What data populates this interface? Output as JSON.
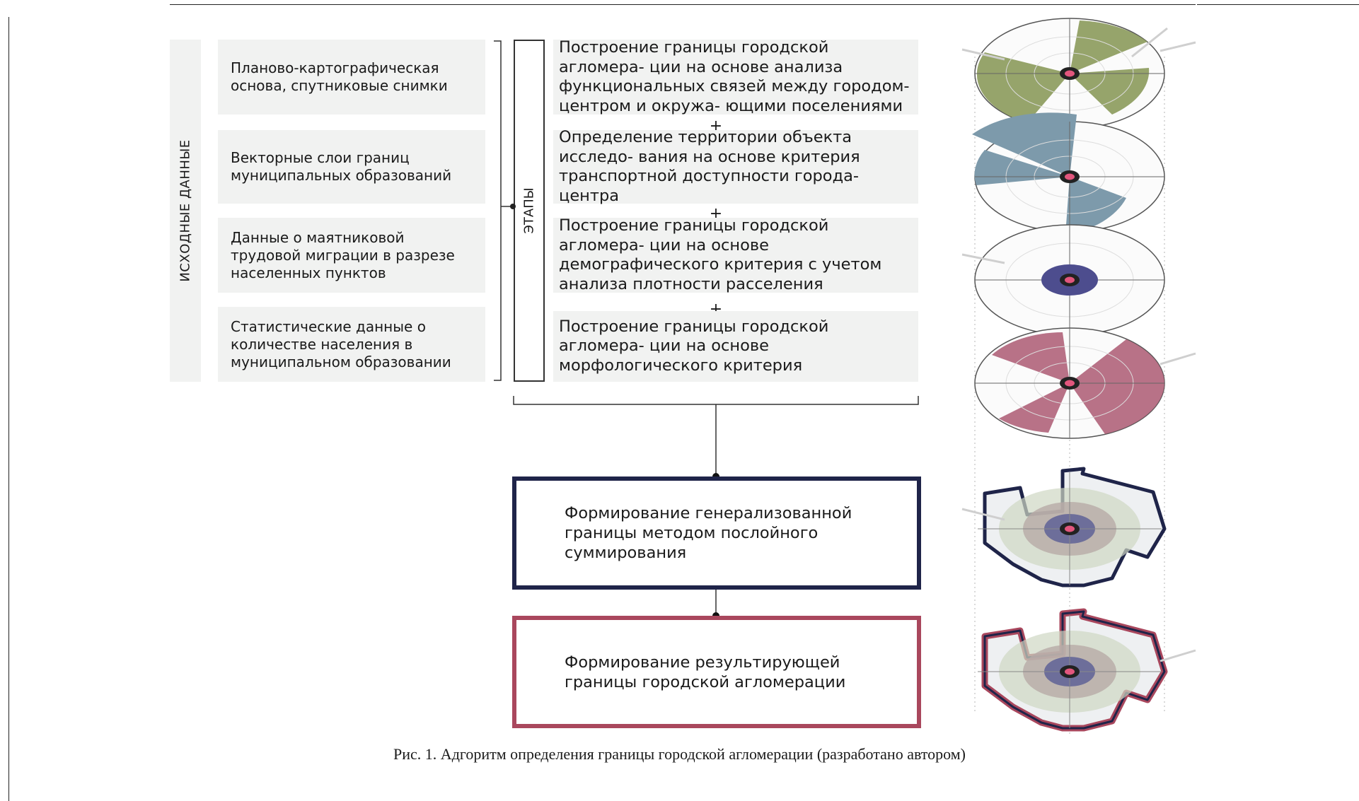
{
  "diagram": {
    "source_data_label": "ИСХОДНЫЕ ДАННЫЕ",
    "stages_label": "ЭТАПЫ",
    "source_data": [
      "Планово-картографическая основа, спутниковые снимки",
      "Векторные слои границ муниципальных образований",
      "Данные о маятниковой трудовой миграции в разрезе населенных пунктов",
      "Статистические данные о количестве населения в муниципальном образовании"
    ],
    "stages": [
      "Построение границы городской агломера- ции на основе анализа функциональных связей между городом-центром и окружа- ющими поселениями",
      "Определение территории объекта исследо- вания на основе критерия транспортной доступности города-центра",
      "Построение границы городской агломера- ции на основе демографического критерия с учетом анализа плотности расселения",
      "Построение границы городской агломера- ции на основе морфологического критерия"
    ],
    "plus_sign": "+",
    "summation_box": "Формирование генерализованной границы методом послойного суммирования",
    "result_box": "Формирование результирующей границы городской агломерации",
    "caption": "Рис. 1. Адгоритм определения границы городской агломерации (разработано автором)",
    "layer_colors": {
      "functional": "#8b9a5b",
      "transport": "#7d9aab",
      "demographic": "#4d4d8e",
      "morphological": "#b0637a",
      "summation_outline": "#1f2449",
      "result_outline": "#a9475d"
    }
  }
}
